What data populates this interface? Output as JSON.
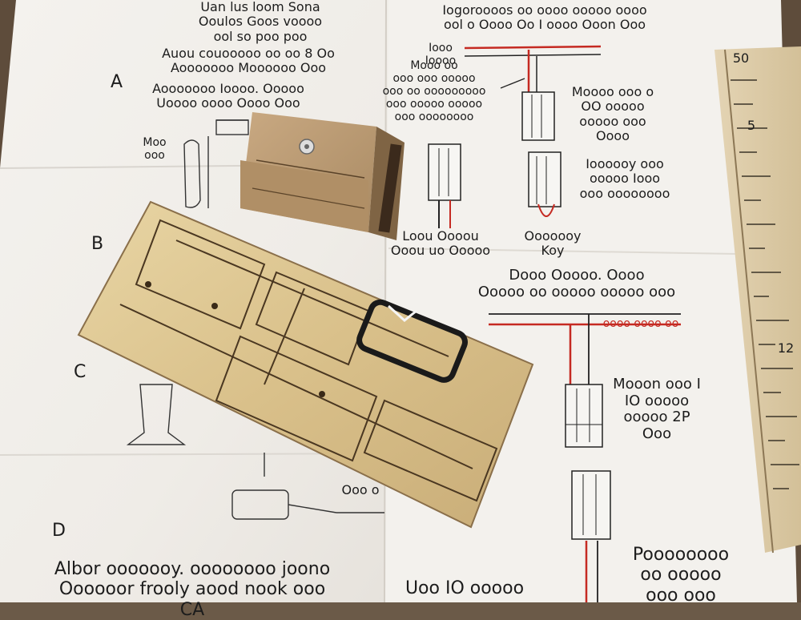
{
  "texts": {
    "top_left": "Uan lus loom Sona\nOoulos Goos voooo\nool so poo poo",
    "top_center": "Iogoroooos oo oooo ooooo oooo\nool o Oooo Oo I oooo Ooon Ooo",
    "left_note_1": "Auou couooooo oo oo 8 Oo\nAooooooo Moooooo Ooo",
    "letter_a": "A",
    "left_note_2": "Aooooooo Ioooo. Ooooo\nUoooo oooo Oooo Ooo",
    "left_small": "Moo\nooo",
    "letter_b": "B",
    "letter_c": "C",
    "letter_d": "D",
    "wire_note_top": "Iooo\nIoooo",
    "wire_note_left": "Mooo oo\nooo ooo ooooo\nooo oo ooooooooo\nooo ooooo ooooo\nooo oooooooo",
    "right_note_1": "Moooo ooo o\nOO ooooo\nooooo ooo\nOooo",
    "right_note_2": "Ioooooy ooo\nooooo Iooo\nooo oooooooo",
    "label_lead": "Loou Oooou\nOoou uo Ooooo",
    "label_key": "Ooooooy\nKoy",
    "middle_title": "Dooo Ooooo. Oooo\nOoooo oo ooooo ooooo ooo",
    "red_line_label": "oooo oooo oo",
    "mount_text": "Mooon ooo I\nIO ooooo\nooooo 2P\nOoo",
    "label_bottom": "Ooo o",
    "bottom_left": "Albor ooooooy. oooooooo joono\nOooooor frooly aood nook ooo CA",
    "bottom_center": "Uoo IO ooooo",
    "bottom_right": "Poooooooo\noo ooooo\nooo ooo",
    "ruler_top": "50",
    "ruler_mid": "5",
    "ruler_bottom": "12"
  }
}
